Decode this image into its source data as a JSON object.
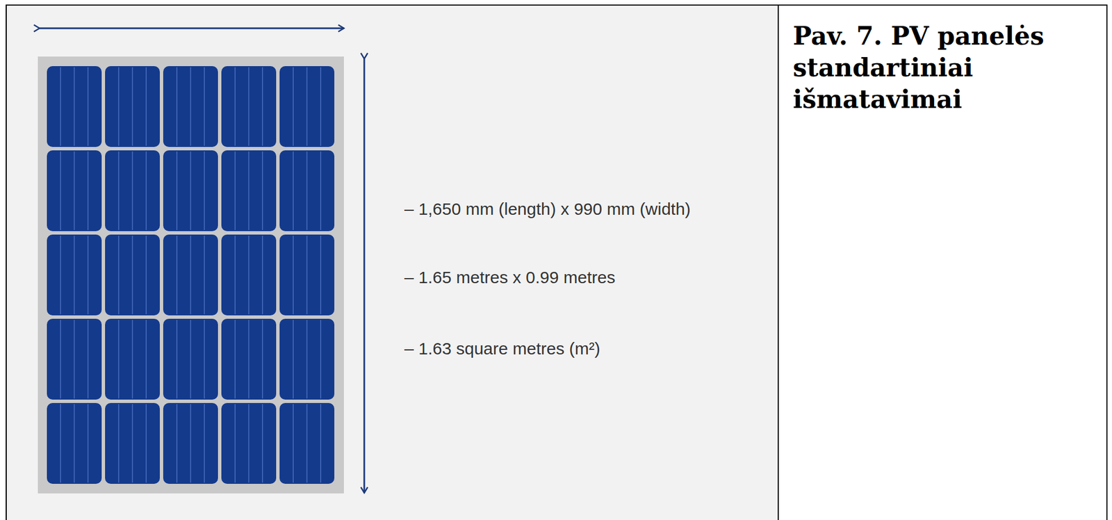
{
  "diagram": {
    "caption": "Pav. 7. PV panelės standartiniai išmatavimai",
    "labels": [
      "– 1,650 mm (length) x 990 mm (width)",
      "– 1.65 metres x 0.99 metres",
      "– 1.63 square metres (m²)"
    ]
  }
}
